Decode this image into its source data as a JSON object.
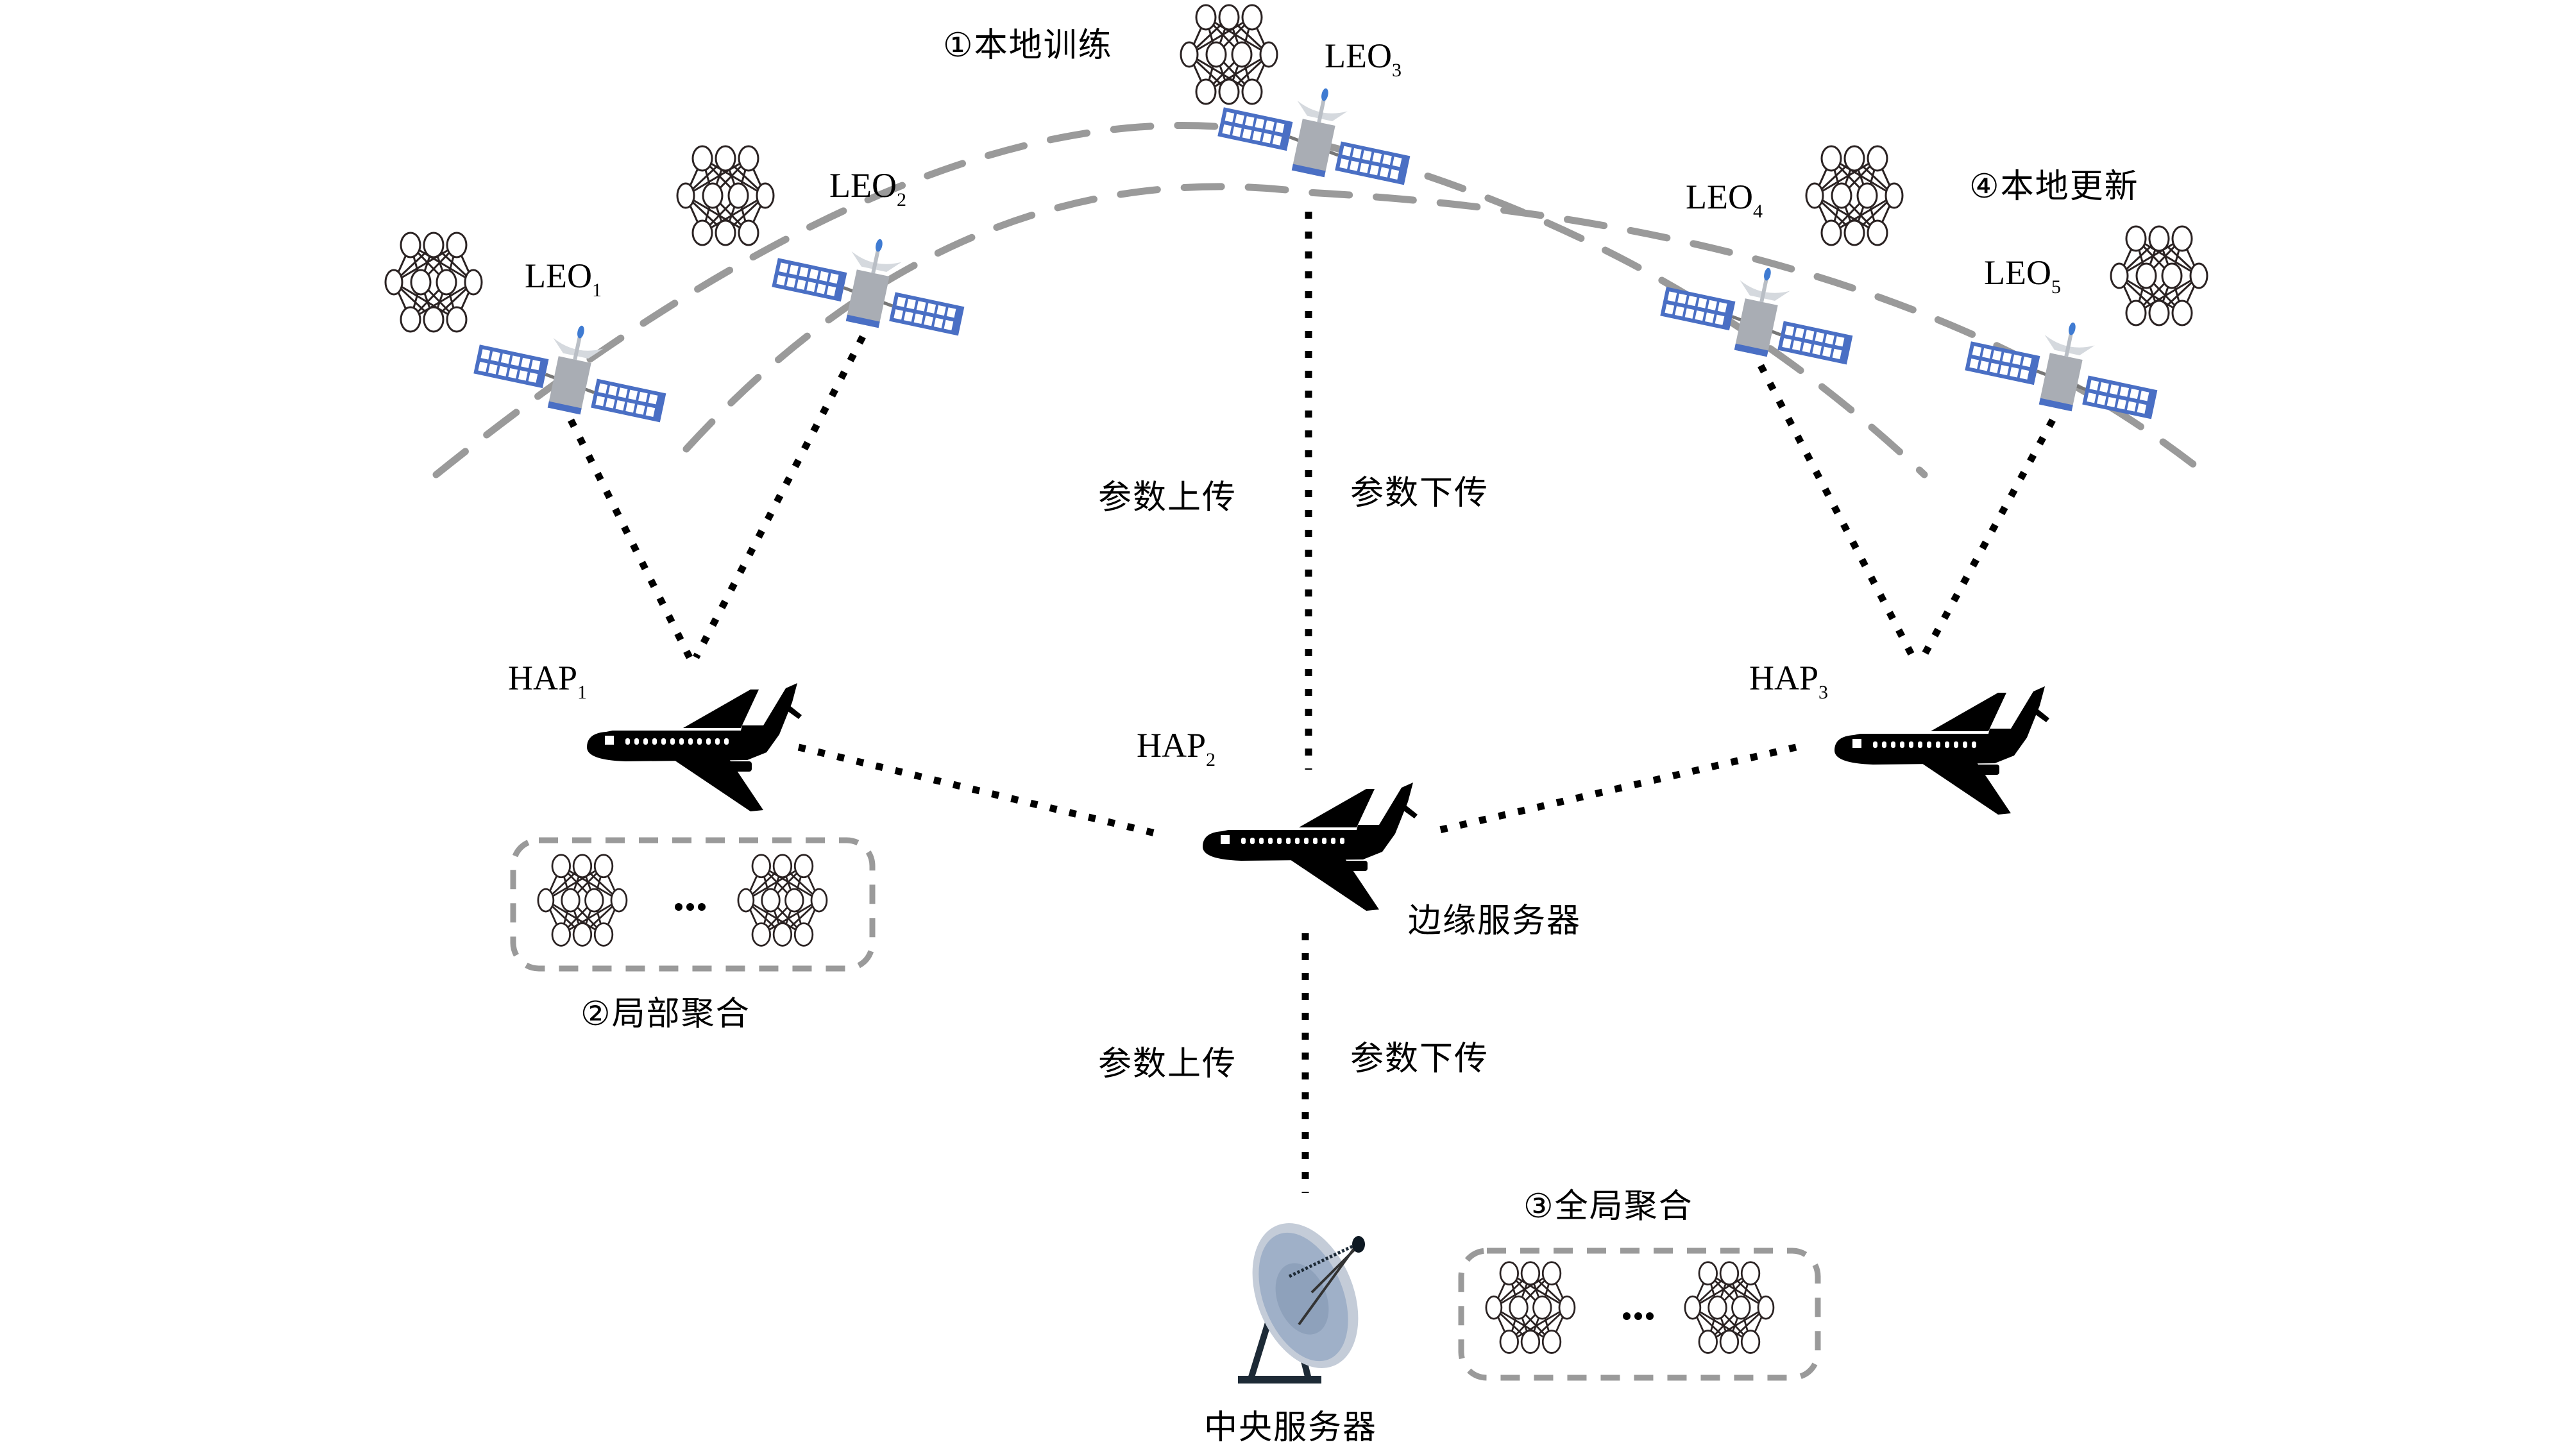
{
  "diagram": {
    "title": "",
    "steps": {
      "local_training": "①本地训练",
      "local_aggregation": "②局部聚合",
      "global_aggregation": "③全局聚合",
      "local_update": "④本地更新"
    },
    "satellites": [
      {
        "id": "LEO1",
        "base": "LEO",
        "sub": "1"
      },
      {
        "id": "LEO2",
        "base": "LEO",
        "sub": "2"
      },
      {
        "id": "LEO3",
        "base": "LEO",
        "sub": "3"
      },
      {
        "id": "LEO4",
        "base": "LEO",
        "sub": "4"
      },
      {
        "id": "LEO5",
        "base": "LEO",
        "sub": "5"
      }
    ],
    "haps": [
      {
        "id": "HAP1",
        "base": "HAP",
        "sub": "1"
      },
      {
        "id": "HAP2",
        "base": "HAP",
        "sub": "2"
      },
      {
        "id": "HAP3",
        "base": "HAP",
        "sub": "3"
      }
    ],
    "links": {
      "upper_upload": "参数上传",
      "upper_download": "参数下传",
      "lower_upload": "参数上传",
      "lower_download": "参数下传"
    },
    "edge_server": "边缘服务器",
    "central_server": "中央服务器",
    "ellipsis": "…",
    "icons": {
      "satellite": "satellite-icon",
      "airplane": "airplane-icon",
      "neural_network": "neural-network-icon",
      "dish": "satellite-dish-icon"
    },
    "colors": {
      "orbit": "#9a9a9a",
      "link": "#000000",
      "panel": "#4a6fc4",
      "body": "#a9adb4",
      "dish": "#9fb0c8"
    }
  }
}
